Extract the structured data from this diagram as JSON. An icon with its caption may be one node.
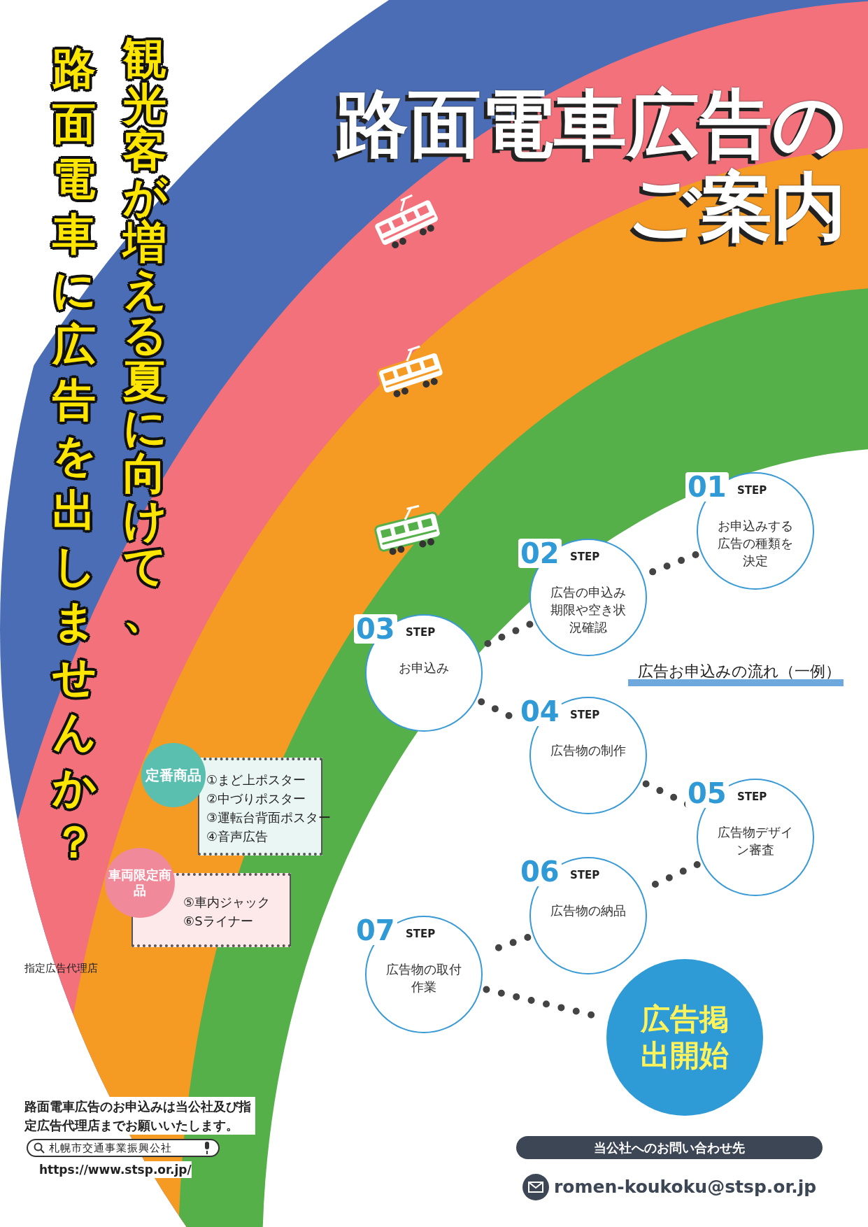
{
  "diagram": {
    "title": "路面電車広告のご案内",
    "nodes": [
      {
        "text": [
          "01",
          "STEP",
          "お申込みする広告の種類を決定"
        ]
      },
      {
        "text": [
          "02",
          "STEP",
          "広告の申込み期限や空き状況確認"
        ]
      },
      {
        "text": [
          "03",
          "STEP",
          "お申込み"
        ]
      },
      {
        "text": [
          "04",
          "STEP",
          "広告物の制作"
        ]
      },
      {
        "text": [
          "05",
          "STEP",
          "広告物デザイン審査"
        ]
      },
      {
        "text": [
          "06",
          "STEP",
          "広告物の納品"
        ]
      },
      {
        "text": [
          "07",
          "STEP",
          "広告物の取付作業"
        ]
      },
      {
        "text": [
          "広告掲出開始"
        ]
      },
      {
        "text": [
          "定番商品"
        ]
      },
      {
        "text": [
          "①まど上ポスター",
          "②中づりポスター",
          "③運転台背面ポスター",
          "④音声広告"
        ]
      },
      {
        "text": [
          "車両限定商品"
        ]
      },
      {
        "text": [
          "⑤車内ジャック",
          "⑥Sライナー"
        ]
      },
      {
        "text": [
          "札幌市交通事業振興公社"
        ]
      },
      {
        "text": [
          "当公社へのお問い合わせ先"
        ]
      }
    ],
    "edges": [
      {
        "from": 0,
        "to": 1,
        "arrow": "none"
      },
      {
        "from": 1,
        "to": 2,
        "arrow": "none"
      },
      {
        "from": 2,
        "to": 3,
        "arrow": "none"
      },
      {
        "from": 3,
        "to": 4,
        "arrow": "none"
      },
      {
        "from": 4,
        "to": 5,
        "arrow": "none"
      },
      {
        "from": 5,
        "to": 6,
        "arrow": "none"
      },
      {
        "from": 6,
        "to": 7,
        "arrow": "none"
      }
    ],
    "labels": [
      "観光客が増える夏に向けて、",
      "路面電車に広告を出しませんか？",
      "広告お申込みの流れ（一例）",
      "指定広告代理店",
      "路面電車広告のお申込みは当公社及び指定広告代理店までお願いいたします。",
      "https://www.stsp.or.jp/",
      "romen-koukoku@stsp.or.jp"
    ]
  }
}
